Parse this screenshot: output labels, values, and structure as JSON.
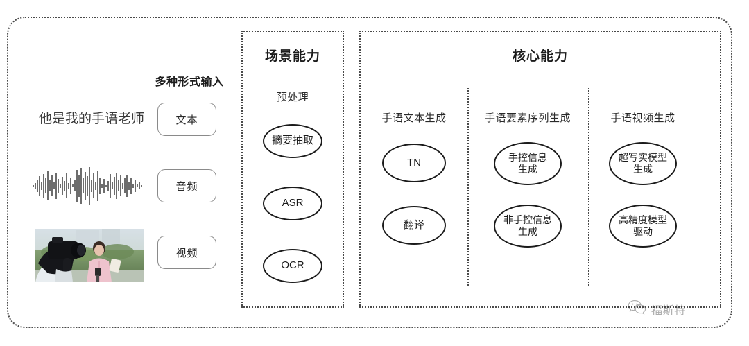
{
  "diagram": {
    "input_section": {
      "caption": "多种形式输入",
      "sample_text": "他是我的手语老师",
      "modalities": [
        {
          "label": "文本",
          "icon": "text-modality"
        },
        {
          "label": "音频",
          "icon": "audio-waveform"
        },
        {
          "label": "视频",
          "icon": "video-thumbnail"
        }
      ],
      "waveform_icon": "audio-waveform-icon",
      "photo_icon": "camera-reporter-photo"
    },
    "scene_panel": {
      "title": "场景能力",
      "sub_header": "预处理",
      "nodes": [
        {
          "label": "摘要抽取"
        },
        {
          "label": "ASR"
        },
        {
          "label": "OCR"
        }
      ]
    },
    "core_panel": {
      "title": "核心能力",
      "columns": [
        {
          "header": "手语文本生成",
          "nodes": [
            {
              "label": "TN"
            },
            {
              "label": "翻译"
            }
          ]
        },
        {
          "header": "手语要素序列生成",
          "nodes": [
            {
              "label": "手控信息\n生成"
            },
            {
              "label": "非手控信息\n生成"
            }
          ]
        },
        {
          "header": "手语视频生成",
          "nodes": [
            {
              "label": "超写实模型\n生成"
            },
            {
              "label": "高精度模型\n驱动"
            }
          ]
        }
      ]
    },
    "watermark": {
      "label": "福斯特",
      "icon": "wechat-icon"
    },
    "colors": {
      "border_dotted": "#4a4a4a",
      "ellipse_stroke": "#1b1b1b",
      "box_stroke": "#8a8a8a",
      "text_primary": "#1c1c1c",
      "text_secondary": "#3a3a3a",
      "background": "#ffffff"
    }
  }
}
